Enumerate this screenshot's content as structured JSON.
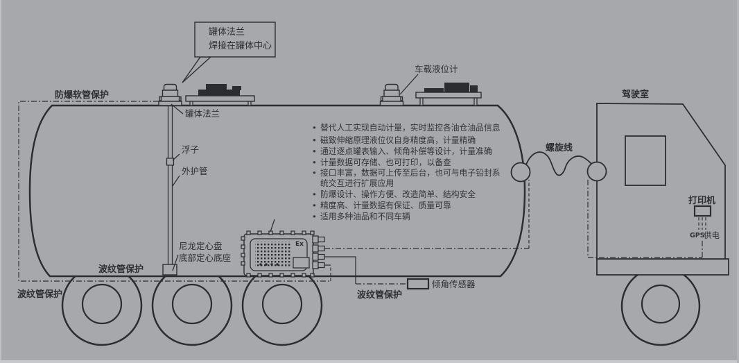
{
  "colors": {
    "background": "#a7a8ac",
    "line": "#2c2d31",
    "text": "#2e2f33"
  },
  "callout": {
    "line1": "罐体法兰",
    "line2": "焊接在罐体中心"
  },
  "labels": {
    "hose_protection": "防爆软管保护",
    "vehicle_level_gauge": "车载液位计",
    "tank_flange": "罐体法兰",
    "float": "浮子",
    "outer_tube": "外护管",
    "bellows_upper": "波纹管保护",
    "bellows_lower_left": "波纹管保护",
    "bellows_right": "波纹管保护",
    "nylon_disc_line1": "尼龙定心盘",
    "nylon_disc_line2": "底部定心底座",
    "tilt_sensor": "倾角传感器",
    "cab": "驾驶室",
    "coil_cable": "螺旋线",
    "printer": "打印机",
    "gps": "GPS",
    "power": "供电",
    "ex_mark": "Ex"
  },
  "features": {
    "items": [
      {
        "bullet": "•",
        "text": "替代人工实现自动计量，实时监控各油仓油品信息"
      },
      {
        "bullet": "•",
        "text": "磁致伸缩原理液位仪自身精度高，计量精确"
      },
      {
        "bullet": "•",
        "text": "通过逐点罐表输入、倾角补偿等设计，计量准确"
      },
      {
        "bullet": "•",
        "text": "计量数据可存储、也可打印，以备查"
      },
      {
        "bullet": "•",
        "text": "接口丰富，数据可上传至后台，也可与电子铅封系"
      },
      {
        "bullet": "",
        "text": "统交互进行扩展应用"
      },
      {
        "bullet": "•",
        "text": "防爆设计、操作方便、改造简单、结构安全"
      },
      {
        "bullet": "•",
        "text": "精度高、计量数据有保证、质量可靠"
      },
      {
        "bullet": "•",
        "text": "适用多种油品和不同车辆"
      }
    ]
  }
}
